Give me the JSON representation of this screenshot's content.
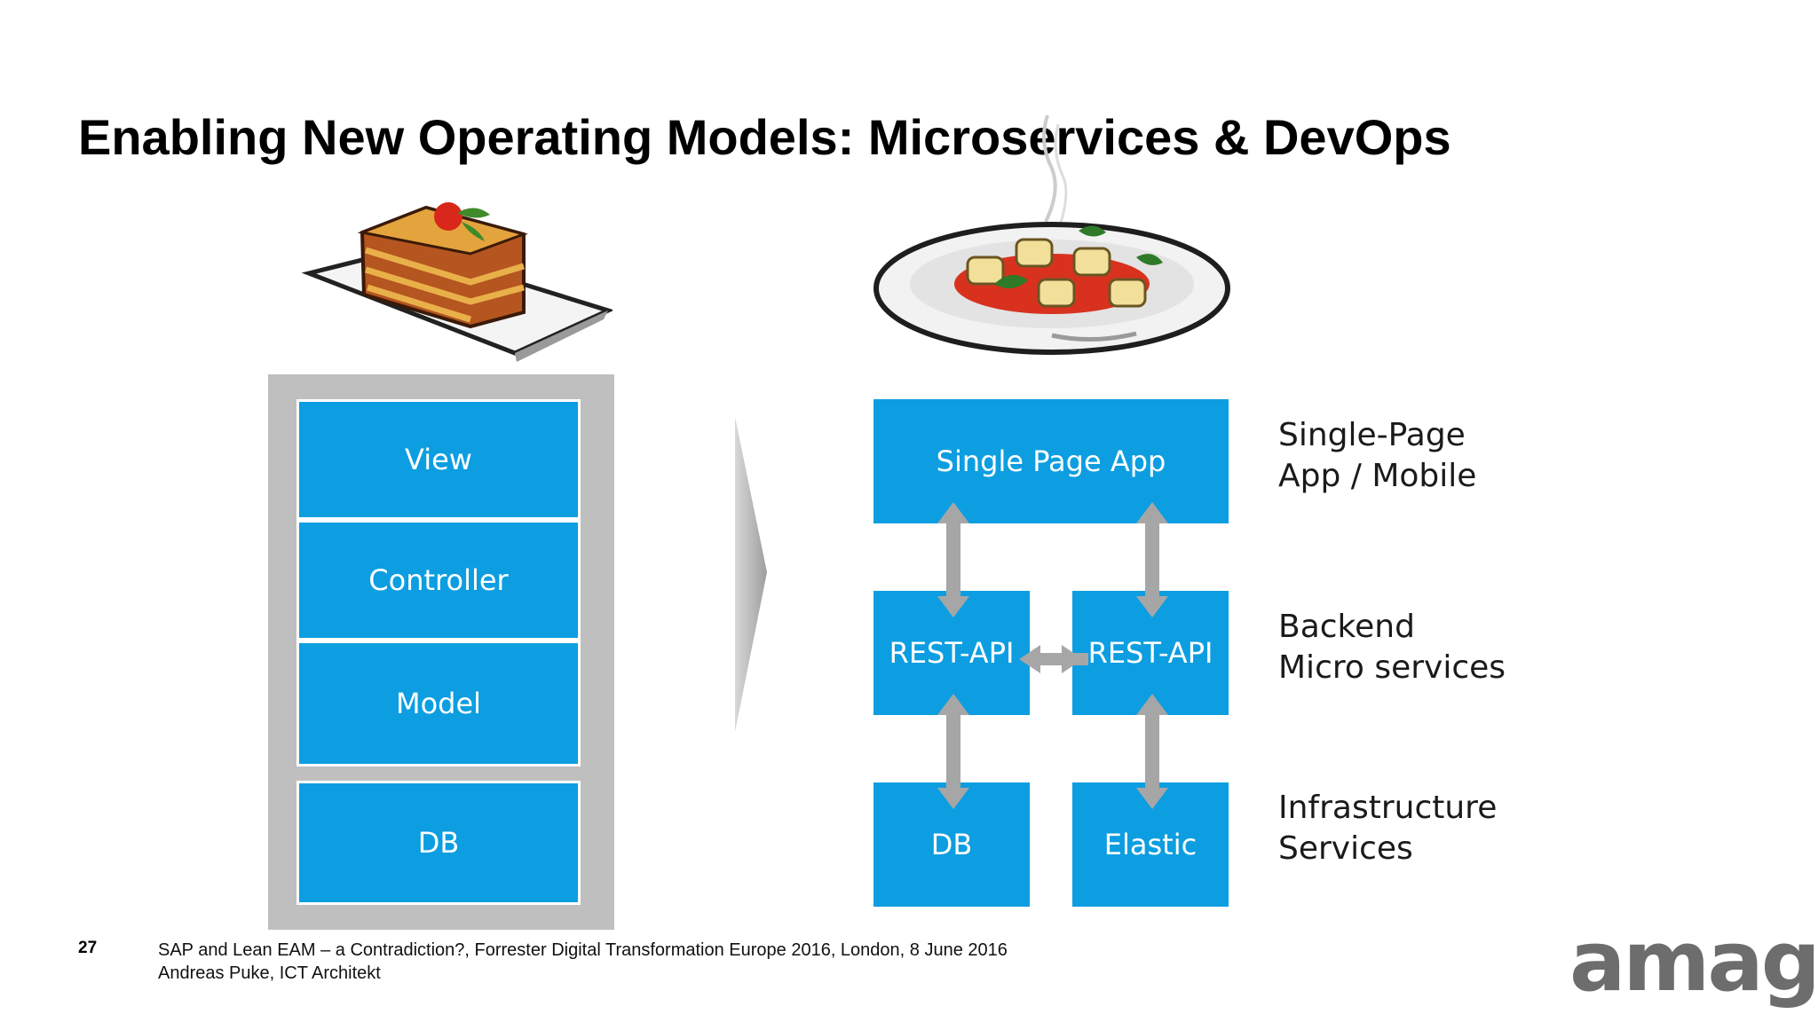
{
  "slide": {
    "title": "Enabling New Operating Models: Microservices & DevOps"
  },
  "monolith": {
    "layers": [
      "View",
      "Controller",
      "Model"
    ],
    "db": "DB"
  },
  "microservices": {
    "spa": "Single Page App",
    "rest_left": "REST-API",
    "rest_right": "REST-API",
    "db": "DB",
    "elastic": "Elastic"
  },
  "side_labels": {
    "frontend": [
      "Single-Page",
      "App / Mobile"
    ],
    "backend": [
      "Backend",
      "Micro services"
    ],
    "infrastructure": [
      "Infrastructure",
      "Services"
    ]
  },
  "footer": {
    "page_number": "27",
    "line1": "SAP and Lean EAM – a Contradiction?, Forrester Digital Transformation Europe 2016, London, 8 June 2016",
    "line2": "Andreas Puke, ICT Architekt"
  },
  "logo": {
    "text": "amag"
  },
  "colors": {
    "box_blue": "#0d9ee1",
    "frame_grey": "#bfbfbf",
    "arrow_grey": "#a6a6a6",
    "logo_grey": "#6d6d6d"
  }
}
